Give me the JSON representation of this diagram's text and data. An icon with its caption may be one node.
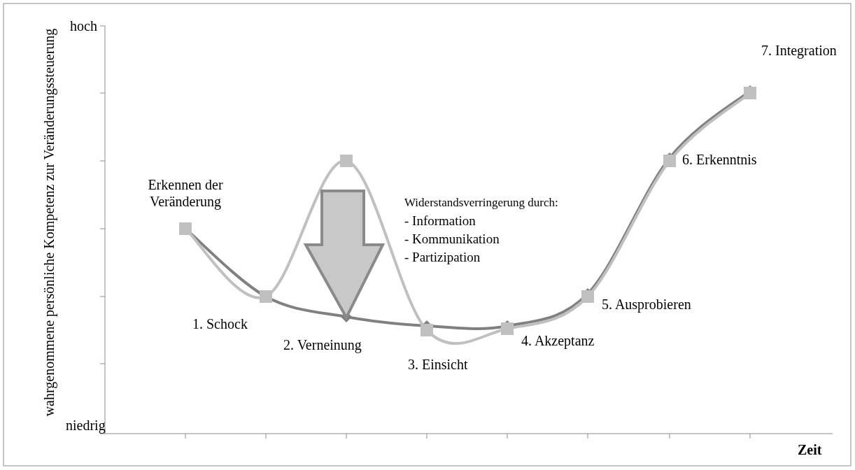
{
  "diagram": {
    "labels": [
      "hoch",
      "7. Integration",
      "wahrgenommene persönliche Kompetenz zur Veränderungssteuerung",
      "6. Erkenntnis",
      "Erkennen der Veränderung",
      "Widerstandsverringerung durch:",
      "- Information",
      "- Kommunikation",
      "- Partizipation",
      "5. Ausprobieren",
      "1. Schock",
      "2. Verneinung",
      "4. Akzeptanz",
      "3. Einsicht",
      "niedrig",
      "Zeit"
    ]
  }
}
